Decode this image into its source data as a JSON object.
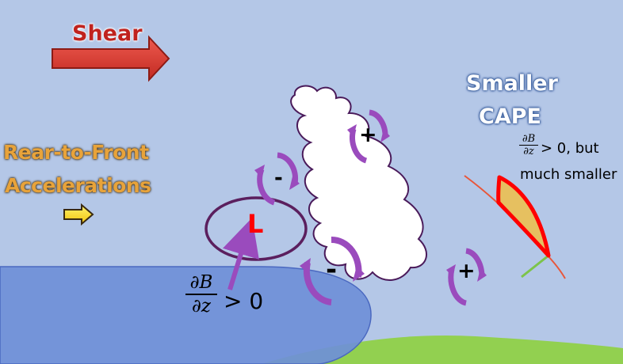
{
  "labels": {
    "shear": "Shear",
    "rear_to_front_line1": "Rear-to-Front",
    "rear_to_front_line2": "Accelerations",
    "smaller_cape_line1": "Smaller",
    "smaller_cape_line2": "CAPE",
    "low": "L",
    "gt_zero": "> 0",
    "small_gt_zero": "> 0, but",
    "much_smaller": "much smaller"
  },
  "math": {
    "numerator": "∂B",
    "denominator": "∂z",
    "small_numerator": "∂B",
    "small_denominator": "∂z"
  },
  "vortex_signs": {
    "upper_left": "-",
    "top_center": "+",
    "lower_center": "-",
    "right": "+"
  },
  "colors": {
    "sky": "#b4c7e7",
    "cold_pool": "#6f8fd8",
    "ground": "#92d050",
    "shear_arrow": "#d9342b",
    "vortex": "#9a4bbd",
    "low_color": "#ff0000",
    "cape_fill": "#e6c060"
  }
}
